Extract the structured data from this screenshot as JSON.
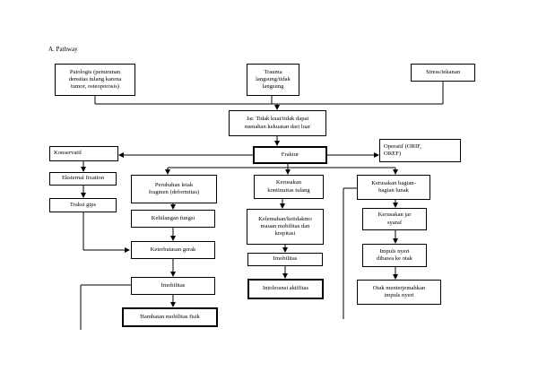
{
  "title": "A. Pathway",
  "causes": {
    "patologis": "Patologis (penurunan\ndensitas tulang karena\ntumor, osteoporosis)",
    "trauma": "Trauma\nlangsung/tidak\nlangsung",
    "stress": "Stress/tekanan"
  },
  "jar": "Jar. Tidak kuat/tidak dapat\nmenahan kekuatan dari luar",
  "fraktur": "Fraktur",
  "konservatif": {
    "head": "Konservatif",
    "eksternal": "Eksternal fixation",
    "traksi": "Traksi gips"
  },
  "operatif": "Operatif (ORIF,\nOREF)",
  "col1": {
    "perubahan": "Perubahan letak\nfragmen (deformitas)",
    "kehilangan": "Kehilangan fungsi",
    "keterbatasan": "Keterbatasan gerak",
    "imobilitas": "Imobilitas",
    "hambatan": "Hambatan mobilitas fisik"
  },
  "col2": {
    "kerusakan_kontinuitas": "Kerusakan\nkontinuitas tulang",
    "kelemahan": "Kelemahan/ketidakmo\nmauan mobilitas dan\nkrepitasi",
    "imobilitas": "Imobilitas",
    "intoleransi": "Intoleransi aktifitas"
  },
  "col3": {
    "kerusakan_bagian": "Kerusakan bagian-\nbagian lunak",
    "kerusakan_jar": "Kerusakan jar\nsyaraf",
    "impuls": "Impuls nyeri\ndibawa ke otak",
    "otak": "Otak menterjemahkan\nimpuls nyeri"
  }
}
